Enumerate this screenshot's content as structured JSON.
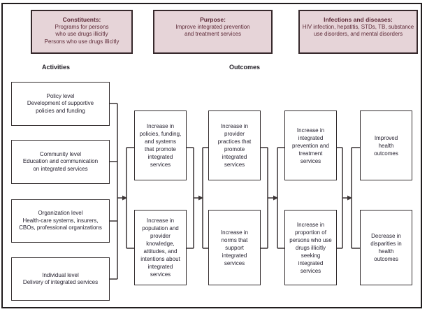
{
  "top_boxes": [
    {
      "title": "Constituents:",
      "body": "Programs for persons\nwho use drugs illicitly\nPersons who use drugs illicitly"
    },
    {
      "title": "Purpose:",
      "body": "Improve integrated prevention\nand treatment services"
    },
    {
      "title": "Infections and diseases:",
      "body": "HIV infection, hepatitis, STDs, TB, substance\nuse disorders, and mental disorders"
    }
  ],
  "section_headers": {
    "activities": "Activities",
    "outcomes": "Outcomes"
  },
  "activities": [
    {
      "text": "Policy level\nDevelopment of supportive\npolicies and funding"
    },
    {
      "text": "Community level\nEducation and communication\non integrated services"
    },
    {
      "text": "Organization level\nHealth-care systems, insurers,\nCBOs, professional organizations"
    },
    {
      "text": "Individual level\nDelivery of integrated services"
    }
  ],
  "outcomes_columns": [
    {
      "top": "Increase in\npolicies, funding,\nand systems\nthat promote\nintegrated\nservices",
      "bottom": "Increase in\npopulation and\nprovider\nknowledge,\nattitudes, and\nintentions about\nintegrated\nservices"
    },
    {
      "top": "Increase in\nprovider\npractices that\npromote\nintegrated\nservices",
      "bottom": "Increase in\nnorms that\nsupport\nintegrated\nservices"
    },
    {
      "top": "Increase in\nintegrated\nprevention and\ntreatment\nservices",
      "bottom": "Increase in\nproportion of\npersons who use\ndrugs illicitly\nseeking\nintegrated\nservices"
    },
    {
      "top": "Improved\nhealth\noutcomes",
      "bottom": "Decrease in\ndisparities in\nhealth\noutcomes"
    }
  ],
  "colors": {
    "top_box_bg": "#e6d4d8",
    "top_box_text": "#5e2b38",
    "box_border": "#332d2e",
    "connector": "#3a3435",
    "text": "#262230"
  }
}
